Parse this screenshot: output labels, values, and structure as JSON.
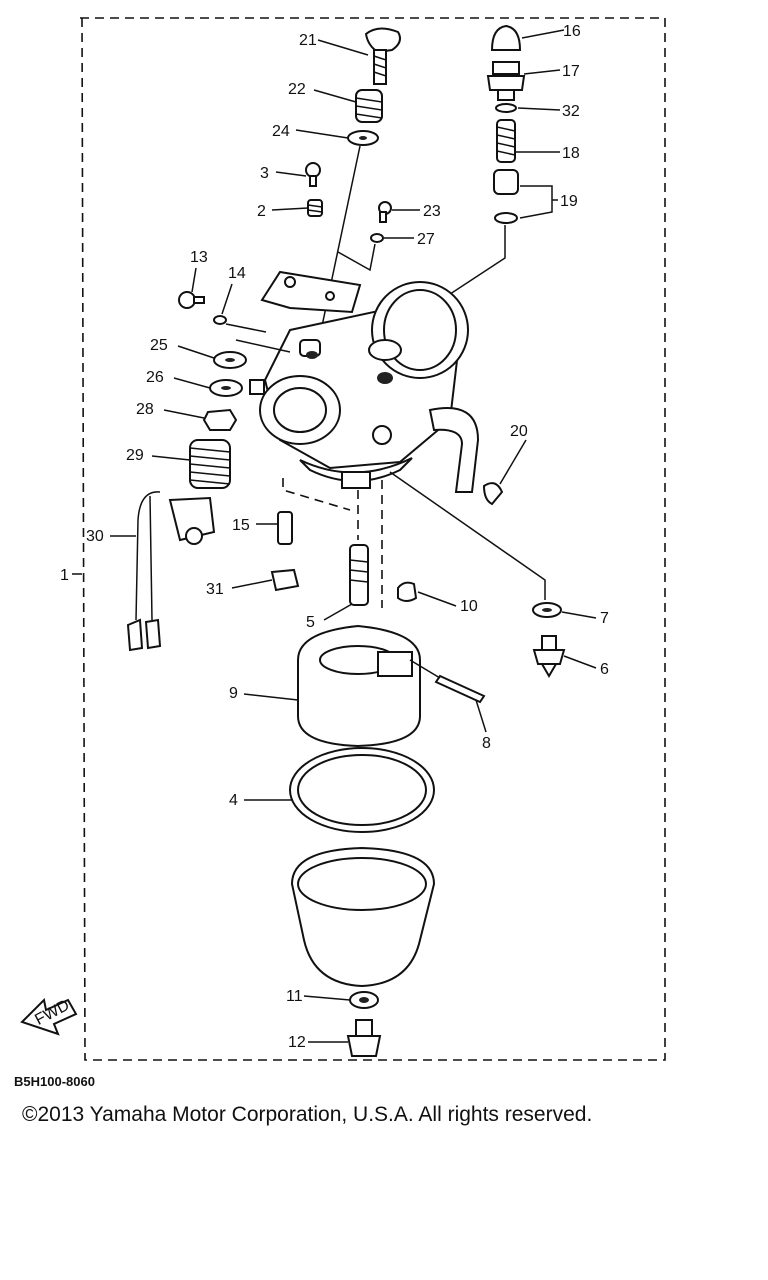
{
  "diagram": {
    "callouts": [
      {
        "id": "c1",
        "text": "1"
      },
      {
        "id": "c2",
        "text": "2"
      },
      {
        "id": "c3",
        "text": "3"
      },
      {
        "id": "c4",
        "text": "4"
      },
      {
        "id": "c5",
        "text": "5"
      },
      {
        "id": "c6",
        "text": "6"
      },
      {
        "id": "c7",
        "text": "7"
      },
      {
        "id": "c8",
        "text": "8"
      },
      {
        "id": "c9",
        "text": "9"
      },
      {
        "id": "c10",
        "text": "10"
      },
      {
        "id": "c11",
        "text": "11"
      },
      {
        "id": "c12",
        "text": "12"
      },
      {
        "id": "c13",
        "text": "13"
      },
      {
        "id": "c14",
        "text": "14"
      },
      {
        "id": "c15",
        "text": "15"
      },
      {
        "id": "c16",
        "text": "16"
      },
      {
        "id": "c17",
        "text": "17"
      },
      {
        "id": "c18",
        "text": "18"
      },
      {
        "id": "c19",
        "text": "19"
      },
      {
        "id": "c20",
        "text": "20"
      },
      {
        "id": "c21",
        "text": "21"
      },
      {
        "id": "c22",
        "text": "22"
      },
      {
        "id": "c23",
        "text": "23"
      },
      {
        "id": "c24",
        "text": "24"
      },
      {
        "id": "c25",
        "text": "25"
      },
      {
        "id": "c26",
        "text": "26"
      },
      {
        "id": "c27",
        "text": "27"
      },
      {
        "id": "c28",
        "text": "28"
      },
      {
        "id": "c29",
        "text": "29"
      },
      {
        "id": "c30",
        "text": "30"
      },
      {
        "id": "c31",
        "text": "31"
      },
      {
        "id": "c32",
        "text": "32"
      }
    ],
    "front_arrow_label": "FWD"
  },
  "footer": {
    "diagram_code": "B5H100-8060",
    "copyright": "©2013 Yamaha Motor Corporation, U.S.A. All rights reserved."
  }
}
